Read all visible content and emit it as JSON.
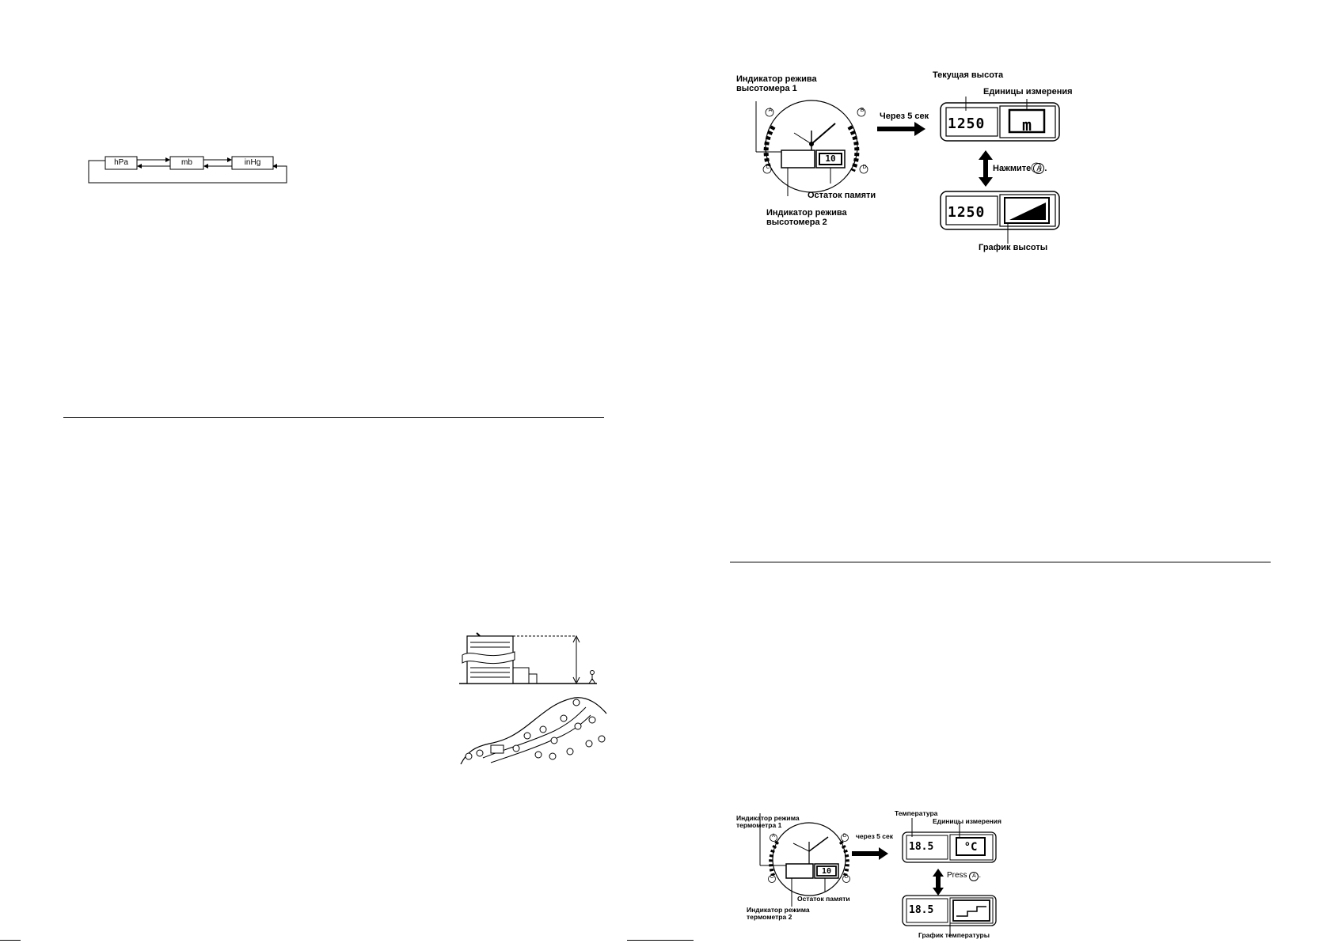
{
  "units_cycle": {
    "items": [
      "hPa",
      "mb",
      "inHg"
    ]
  },
  "altimeter_figure": {
    "label_mode_indicator_1_line1": "Индикатор режива",
    "label_mode_indicator_1_line2": "высотомера 1",
    "label_mode_indicator_2_line1": "Индикатор режива",
    "label_mode_indicator_2_line2": "высотомера 2",
    "label_memory_remaining": "Остаток памяти",
    "label_after_5_sec": "Через 5 сек",
    "label_current_altitude": "Текущая высота",
    "label_units": "Единицы измерения",
    "label_press": "Нажмите",
    "press_button_letter": "A",
    "label_altitude_graph": "График высоты",
    "display_value": "1250",
    "display_memory": "10",
    "display_unit": "m",
    "button_letters": [
      "A",
      "B",
      "C",
      "D"
    ]
  },
  "thermometer_figure": {
    "label_mode_indicator_1_line1": "Индикатор режима",
    "label_mode_indicator_1_line2": "термометра 1",
    "label_mode_indicator_2_line1": "Индикатор режима",
    "label_mode_indicator_2_line2": "термометра 2",
    "label_memory_remaining": "Остаток памяти",
    "label_after_5_sec": "через 5 сек",
    "label_temperature": "Температура",
    "label_units": "Единицы измерения",
    "label_press": "Press",
    "press_button_letter": "A",
    "label_temperature_graph": "График температуры",
    "display_value": "18.5",
    "display_memory": "10",
    "display_unit": "°C",
    "button_letters": [
      "A",
      "D",
      "C",
      "D"
    ]
  }
}
